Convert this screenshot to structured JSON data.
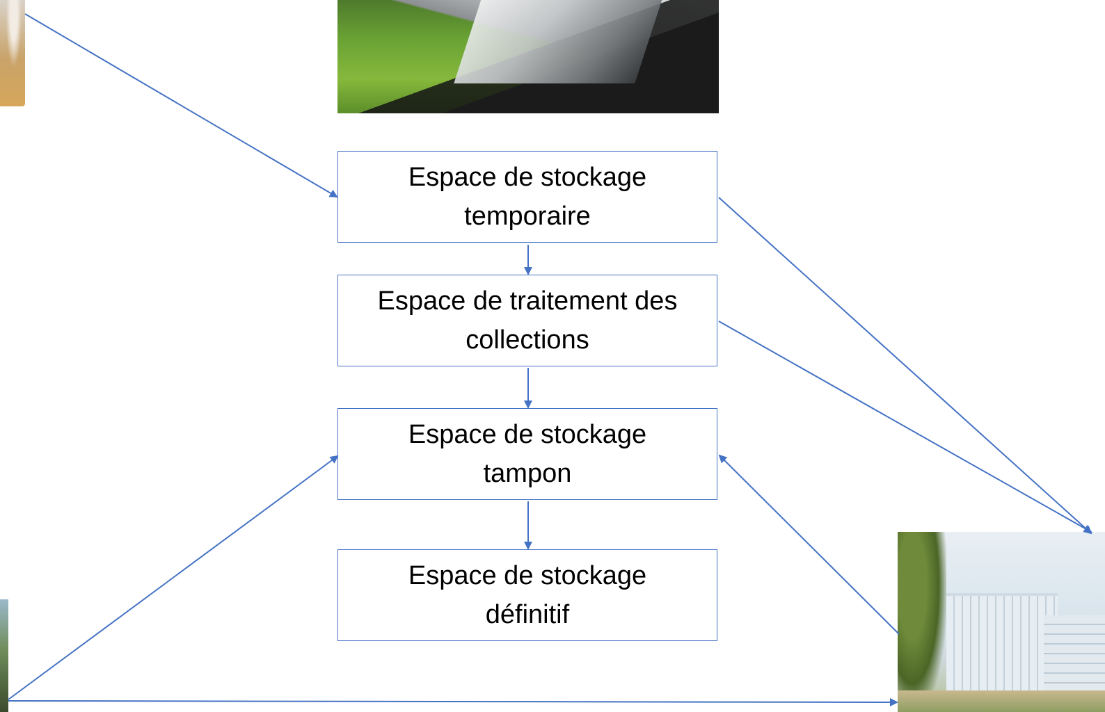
{
  "diagram": {
    "nodes": [
      {
        "id": "temporaire",
        "label": "Espace de stockage\ntemporaire"
      },
      {
        "id": "traitement",
        "label": "Espace de traitement des\ncollections"
      },
      {
        "id": "tampon",
        "label": "Espace de stockage\ntampon"
      },
      {
        "id": "definitif",
        "label": "Espace de stockage\ndéfinitif"
      }
    ],
    "edges": [
      {
        "from": "photo-top-left",
        "to": "temporaire"
      },
      {
        "from": "temporaire",
        "to": "traitement"
      },
      {
        "from": "traitement",
        "to": "tampon"
      },
      {
        "from": "tampon",
        "to": "definitif"
      },
      {
        "from": "temporaire",
        "to": "photo-bottom-right"
      },
      {
        "from": "traitement",
        "to": "photo-bottom-right"
      },
      {
        "from": "photo-bottom-right",
        "to": "tampon"
      },
      {
        "from": "photo-bottom-left",
        "to": "tampon"
      },
      {
        "from": "photo-bottom-left",
        "to": "photo-bottom-right"
      }
    ],
    "colors": {
      "line": "#4472c4",
      "box_border": "#4472c4",
      "text": "#000000"
    }
  }
}
